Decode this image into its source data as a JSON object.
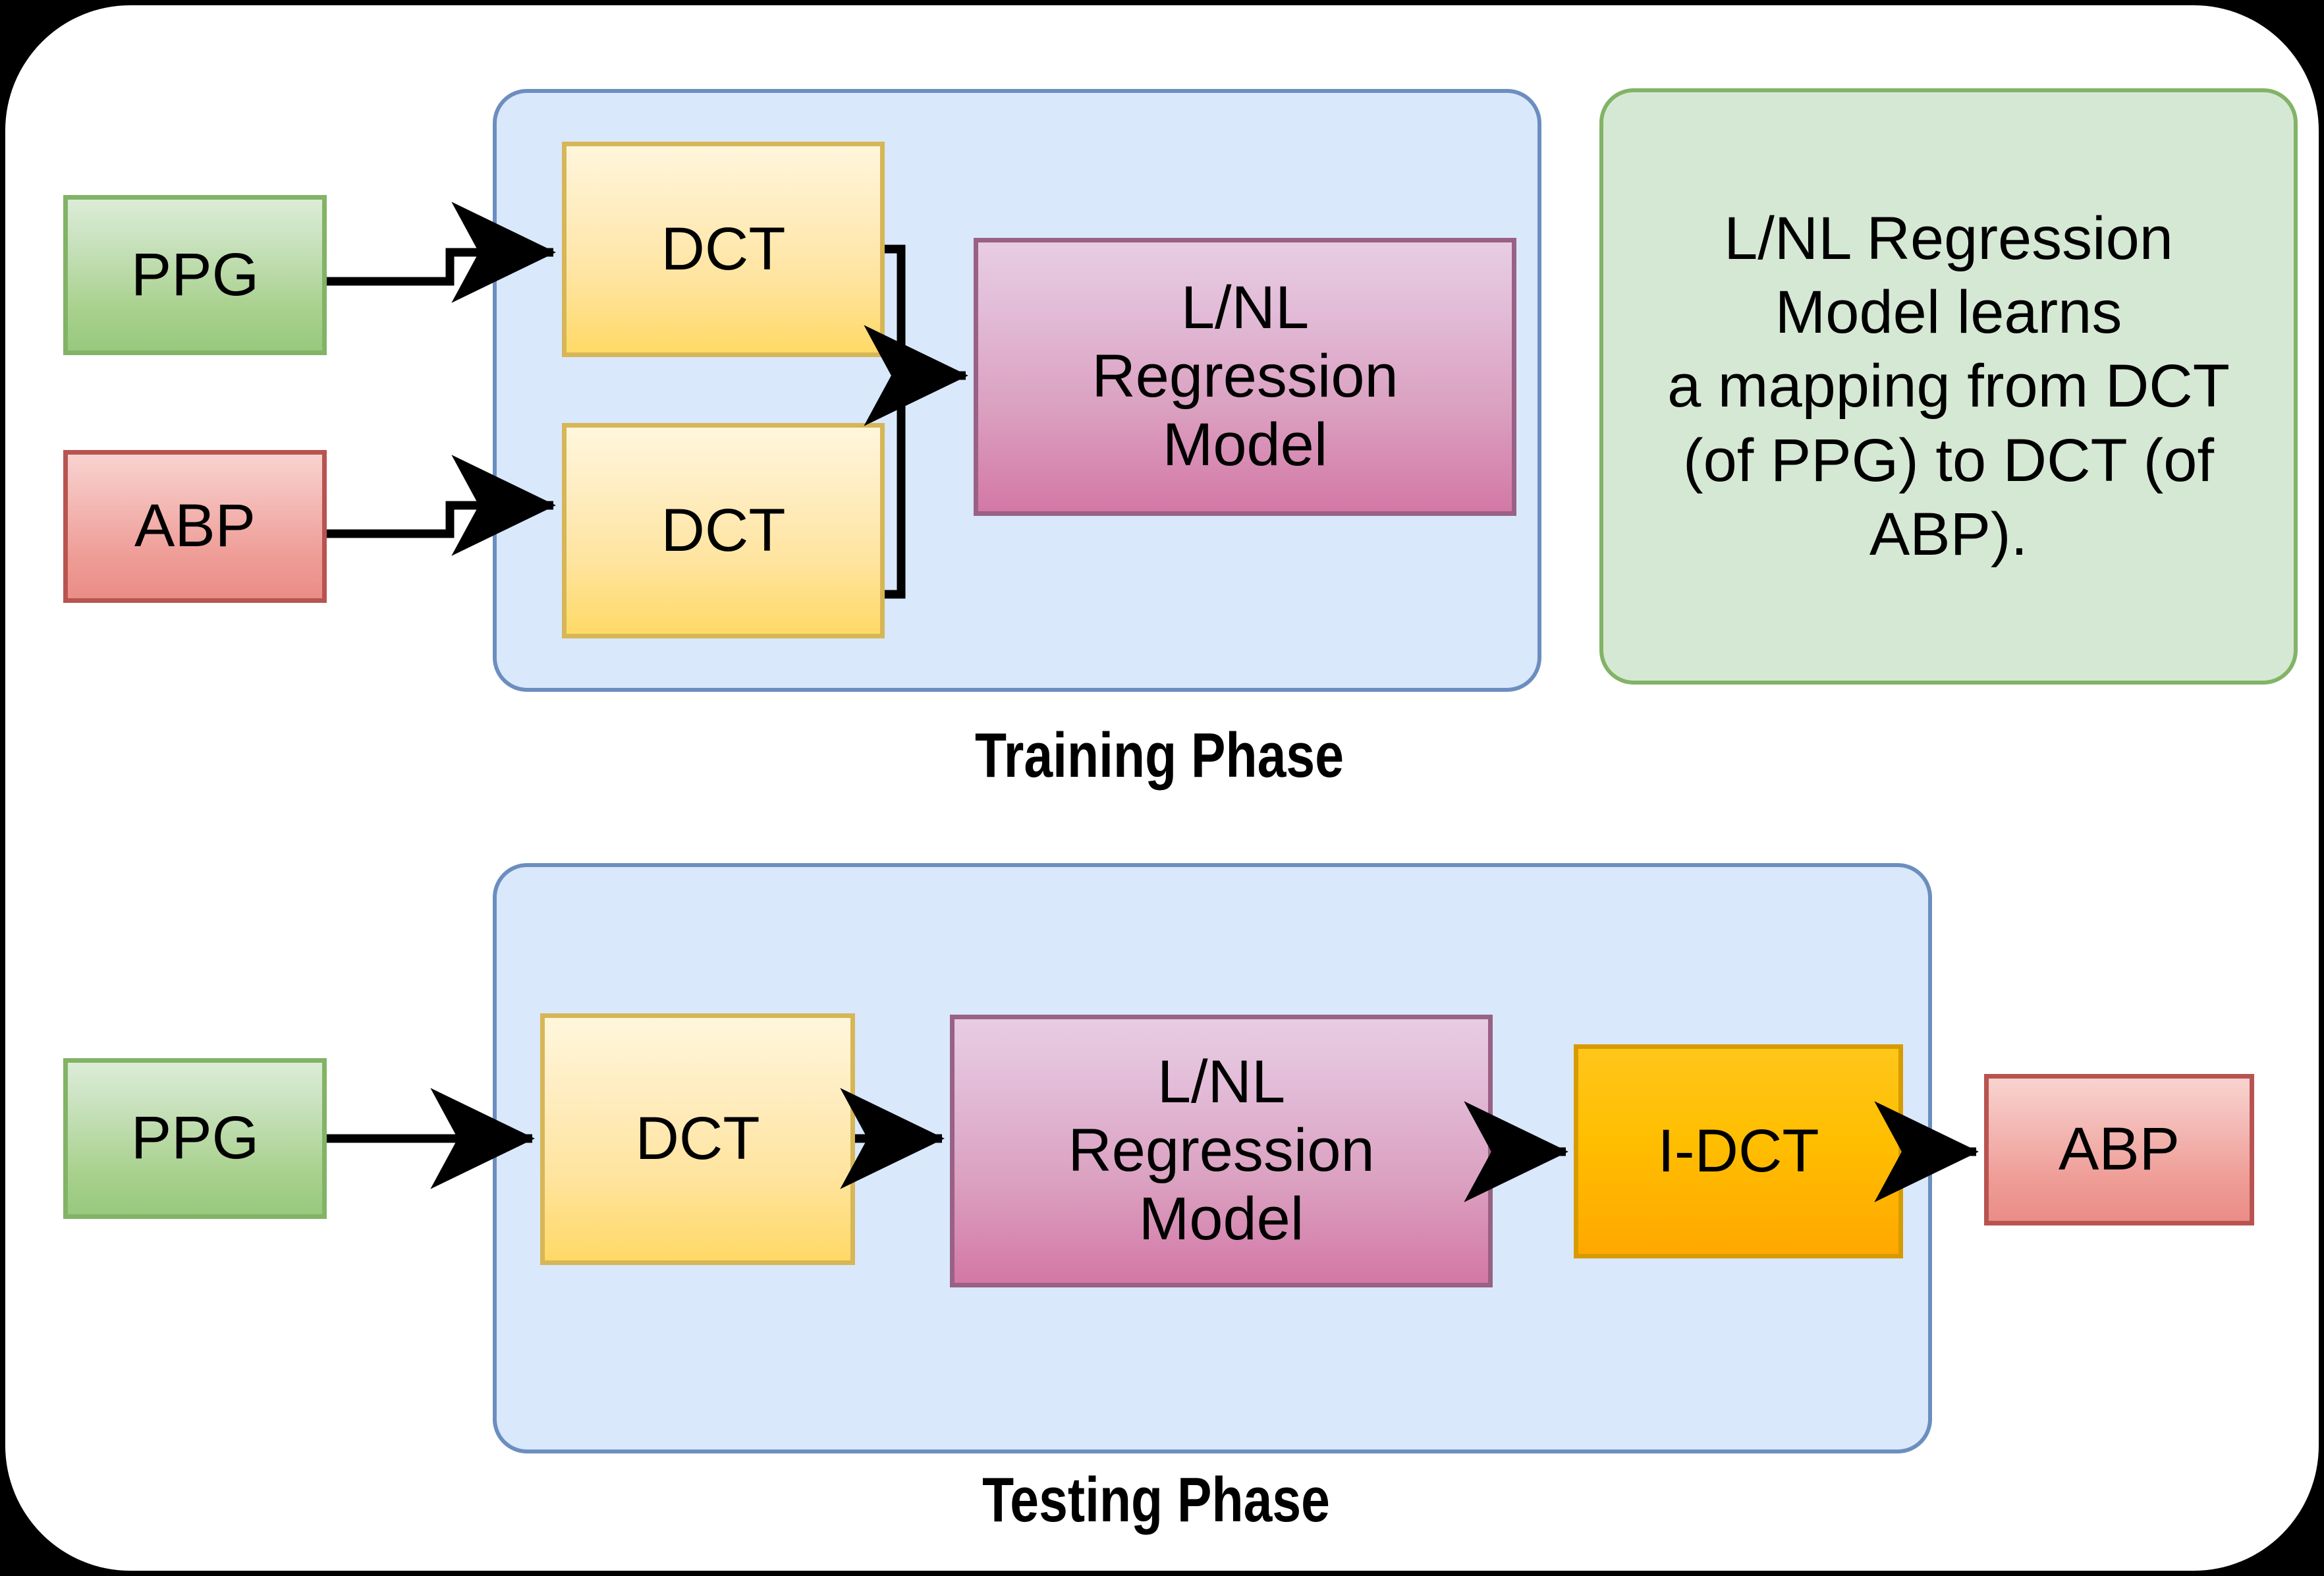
{
  "page": {
    "background_color": "#000000",
    "card_color": "#ffffff"
  },
  "palette": {
    "signal_green_fill": "#d5e8d4",
    "signal_green_border": "#82b366",
    "signal_red_fill": "#f8cecc",
    "signal_red_border": "#b85450",
    "transform_yellow_fill": "#ffe6a0",
    "transform_yellow_border": "#d6b656",
    "inverse_orange_fill": "#ffbe00",
    "inverse_orange_border": "#d79b00",
    "model_pink_fill": "#dfaecd",
    "model_pink_border": "#996185",
    "phase_container_fill": "#dae8fc",
    "phase_container_border": "#6c8ebf",
    "note_fill": "#d5e8d4",
    "note_border": "#82b366",
    "edge_color": "#000000"
  },
  "training_phase": {
    "caption": "Training Phase",
    "inputs": [
      {
        "label": "PPG",
        "type": "signal-green"
      },
      {
        "label": "ABP",
        "type": "signal-red"
      }
    ],
    "transforms": [
      {
        "label": "DCT",
        "type": "transform-yellow"
      },
      {
        "label": "DCT",
        "type": "transform-yellow"
      }
    ],
    "model": {
      "line1": "L/NL",
      "line2": "Regression",
      "line3": "Model"
    }
  },
  "note": {
    "line1": "L/NL Regression",
    "line2": "Model learns",
    "line3": "a mapping from DCT",
    "line4": "(of PPG) to DCT (of",
    "line5": "ABP)."
  },
  "testing_phase": {
    "caption": "Testing Phase",
    "input": {
      "label": "PPG",
      "type": "signal-green"
    },
    "transform": {
      "label": "DCT",
      "type": "transform-yellow"
    },
    "model": {
      "line1": "L/NL",
      "line2": "Regression",
      "line3": "Model"
    },
    "inverse": {
      "label": "I-DCT",
      "type": "inverse-orange"
    },
    "output": {
      "label": "ABP",
      "type": "signal-red"
    }
  }
}
